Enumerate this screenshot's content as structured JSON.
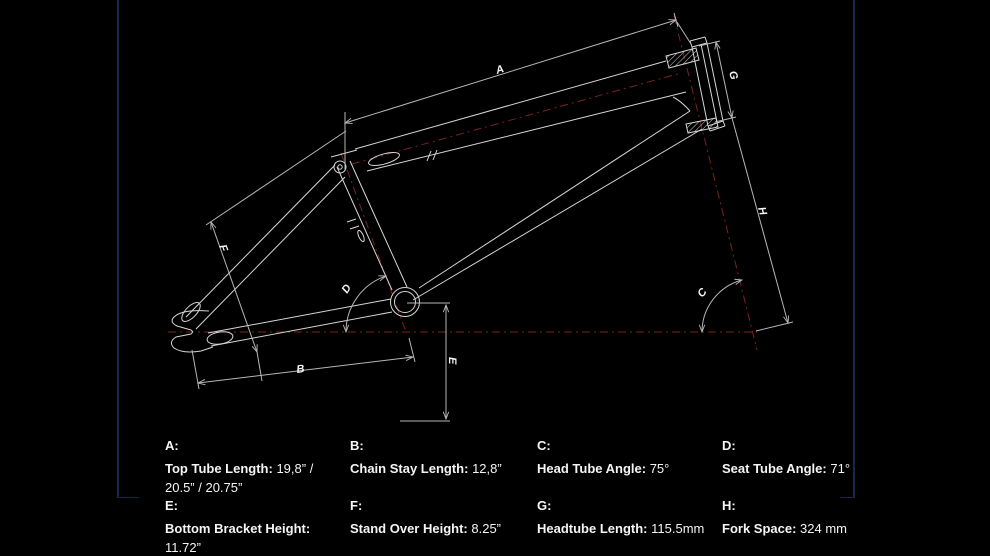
{
  "colors": {
    "background": "#000000",
    "drawing_line": "#d6d6d6",
    "dimension_line": "#b6b6b6",
    "centerline_red": "#7a241d",
    "page_border_blue": "#13294a",
    "text": "#f4f4f4"
  },
  "diagram": {
    "labels": {
      "A": "A",
      "B": "B",
      "C": "C",
      "D": "D",
      "E": "E",
      "F": "F",
      "G": "G",
      "H": "H"
    }
  },
  "specs": [
    {
      "letter": "A:",
      "label": "Top Tube Length:",
      "value": "19,8” / 20.5” / 20.75”"
    },
    {
      "letter": "B:",
      "label": "Chain Stay Length:",
      "value": "12,8”"
    },
    {
      "letter": "C:",
      "label": "Head Tube Angle:",
      "value": "75°"
    },
    {
      "letter": "D:",
      "label": "Seat Tube Angle:",
      "value": "71°"
    },
    {
      "letter": "E:",
      "label": "Bottom Bracket Height:",
      "value": "11.72”"
    },
    {
      "letter": "F:",
      "label": "Stand Over Height:",
      "value": "8.25”"
    },
    {
      "letter": "G:",
      "label": "Headtube Length:",
      "value": "115.5mm"
    },
    {
      "letter": "H:",
      "label": "Fork Space:",
      "value": "324 mm"
    }
  ]
}
